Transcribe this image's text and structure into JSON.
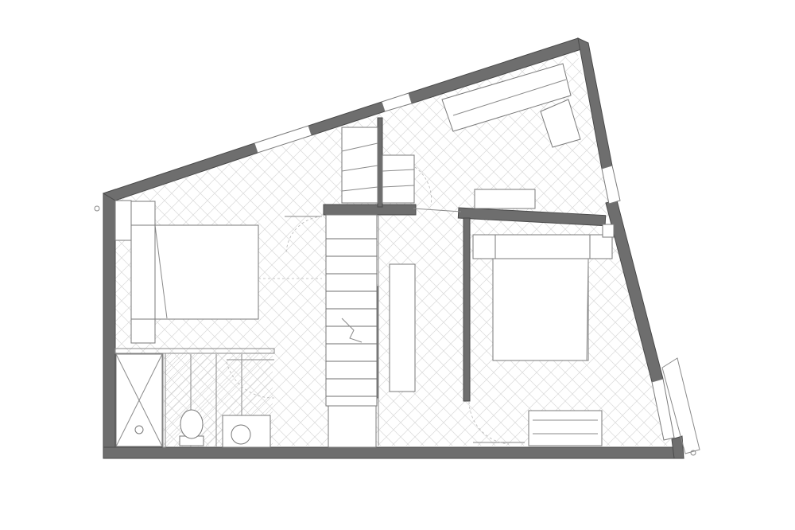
{
  "plan": {
    "background": "#ffffff",
    "wall_color": "#6e6e6e",
    "line_color": "#7a7a7a",
    "floor_pattern": "herringbone"
  },
  "rooms": [
    "bedroom-left",
    "bathroom",
    "stair-hall",
    "bedroom-right",
    "dressing-room"
  ]
}
